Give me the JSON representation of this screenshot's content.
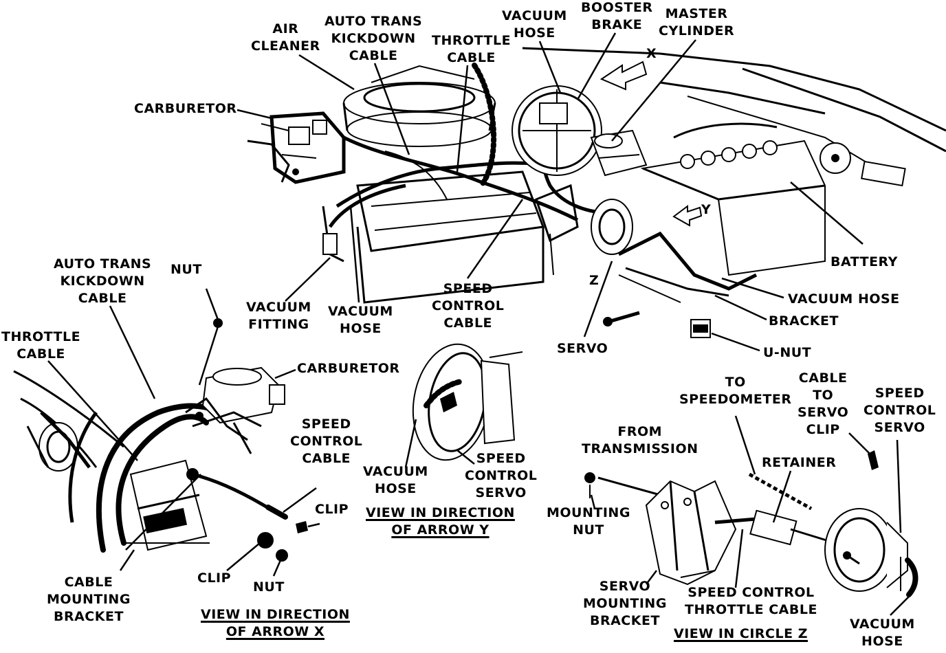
{
  "main_view": {
    "air_cleaner": "AIR\nCLEANER",
    "auto_trans_kickdown_cable": "AUTO TRANS\nKICKDOWN\nCABLE",
    "throttle_cable": "THROTTLE\nCABLE",
    "vacuum_hose_top": "VACUUM\nHOSE",
    "booster_brake": "BOOSTER\nBRAKE",
    "master_cylinder": "MASTER\nCYLINDER",
    "arrow_x": "X",
    "carburetor": "CARBURETOR",
    "arrow_y": "Y",
    "battery": "BATTERY",
    "circle_z": "Z",
    "vacuum_fitting": "VACUUM\nFITTING",
    "vacuum_hose_mid": "VACUUM\nHOSE",
    "speed_control_cable": "SPEED\nCONTROL\nCABLE",
    "vacuum_hose_right": "VACUUM HOSE",
    "bracket": "BRACKET",
    "servo": "SERVO",
    "u_nut": "U-NUT"
  },
  "view_x": {
    "auto_trans_kickdown_cable": "AUTO TRANS\nKICKDOWN\nCABLE",
    "nut_top": "NUT",
    "throttle_cable": "THROTTLE\nCABLE",
    "carburetor": "CARBURETOR",
    "speed_control_cable": "SPEED\nCONTROL\nCABLE",
    "clip_right": "CLIP",
    "cable_mounting_bracket": "CABLE\nMOUNTING\nBRACKET",
    "clip_bottom": "CLIP",
    "nut_bottom": "NUT",
    "caption": "VIEW IN DIRECTION\nOF ARROW X"
  },
  "view_y": {
    "vacuum_hose": "VACUUM\nHOSE",
    "speed_control_servo": "SPEED\nCONTROL\nSERVO",
    "caption": "VIEW IN DIRECTION\nOF ARROW Y"
  },
  "view_z": {
    "to_speedometer": "TO\nSPEEDOMETER",
    "cable_to_servo_clip": "CABLE\nTO\nSERVO\nCLIP",
    "speed_control_servo": "SPEED\nCONTROL\nSERVO",
    "from_transmission": "FROM\nTRANSMISSION",
    "retainer": "RETAINER",
    "mounting_nut": "MOUNTING\nNUT",
    "servo_mounting_bracket": "SERVO\nMOUNTING\nBRACKET",
    "speed_control_throttle_cable": "SPEED CONTROL\nTHROTTLE CABLE",
    "vacuum_hose": "VACUUM\nHOSE",
    "caption": "VIEW IN CIRCLE Z"
  }
}
